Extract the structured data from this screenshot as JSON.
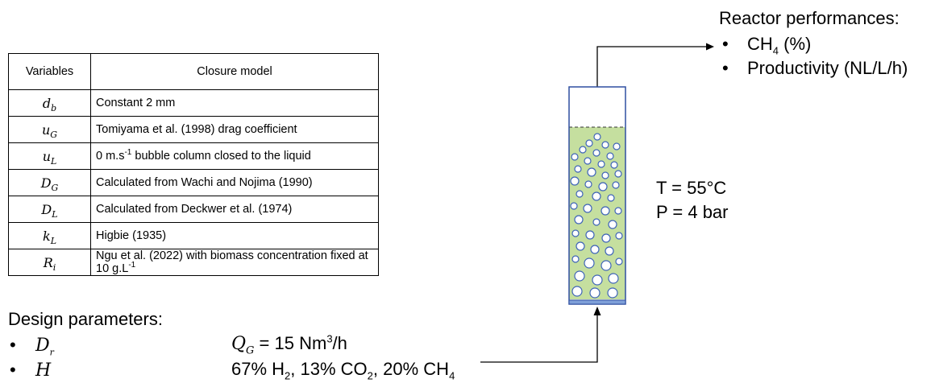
{
  "table": {
    "header": {
      "variables": "Variables",
      "closure_model": "Closure model"
    },
    "rows": [
      {
        "var": "d",
        "sub": "b",
        "model": "Constant 2 mm"
      },
      {
        "var": "u",
        "sub": "G",
        "model": "Tomiyama et al. (1998) drag coefficient"
      },
      {
        "var": "u",
        "sub": "L",
        "model_pre": "0 m.s",
        "model_sup": "-1",
        "model_post": " bubble column closed to the liquid"
      },
      {
        "var": "D",
        "sub": "G",
        "model": "Calculated from Wachi and Nojima (1990)"
      },
      {
        "var": "D",
        "sub": "L",
        "model": "Calculated from Deckwer et al. (1974)"
      },
      {
        "var": "k",
        "sub": "L",
        "model": "Higbie (1935)"
      },
      {
        "var": "R",
        "sub": "i",
        "model_pre": "Ngu et al. (2022) with biomass concentration fixed at 10 g.L",
        "model_sup": "-1"
      }
    ]
  },
  "reactor_performances": {
    "title": "Reactor performances:",
    "items": [
      {
        "pre": "CH",
        "sub": "4",
        "post": " (%)"
      },
      {
        "text": "Productivity (NL/L/h)"
      }
    ]
  },
  "conditions": {
    "temperature": "T = 55°C",
    "pressure": "P = 4 bar"
  },
  "design_parameters": {
    "title": "Design parameters:",
    "items": [
      {
        "var": "D",
        "sub": "r"
      },
      {
        "var": "H",
        "sub": ""
      }
    ]
  },
  "inlet": {
    "flow_var": "Q",
    "flow_sub": "G",
    "flow_value": " = 15 Nm",
    "flow_sup": "3",
    "flow_unit": "/h",
    "composition": [
      {
        "pre": "67% H",
        "sub": "2",
        "post": ", "
      },
      {
        "pre": "13% CO",
        "sub": "2",
        "post": ", "
      },
      {
        "pre": "20% CH",
        "sub": "4",
        "post": ""
      }
    ]
  },
  "colors": {
    "liquid": "#c5df9f",
    "reactor_border": "#2f4fa0",
    "bubble_border": "#3e64b8",
    "bubble_fill": "#ffffff"
  }
}
